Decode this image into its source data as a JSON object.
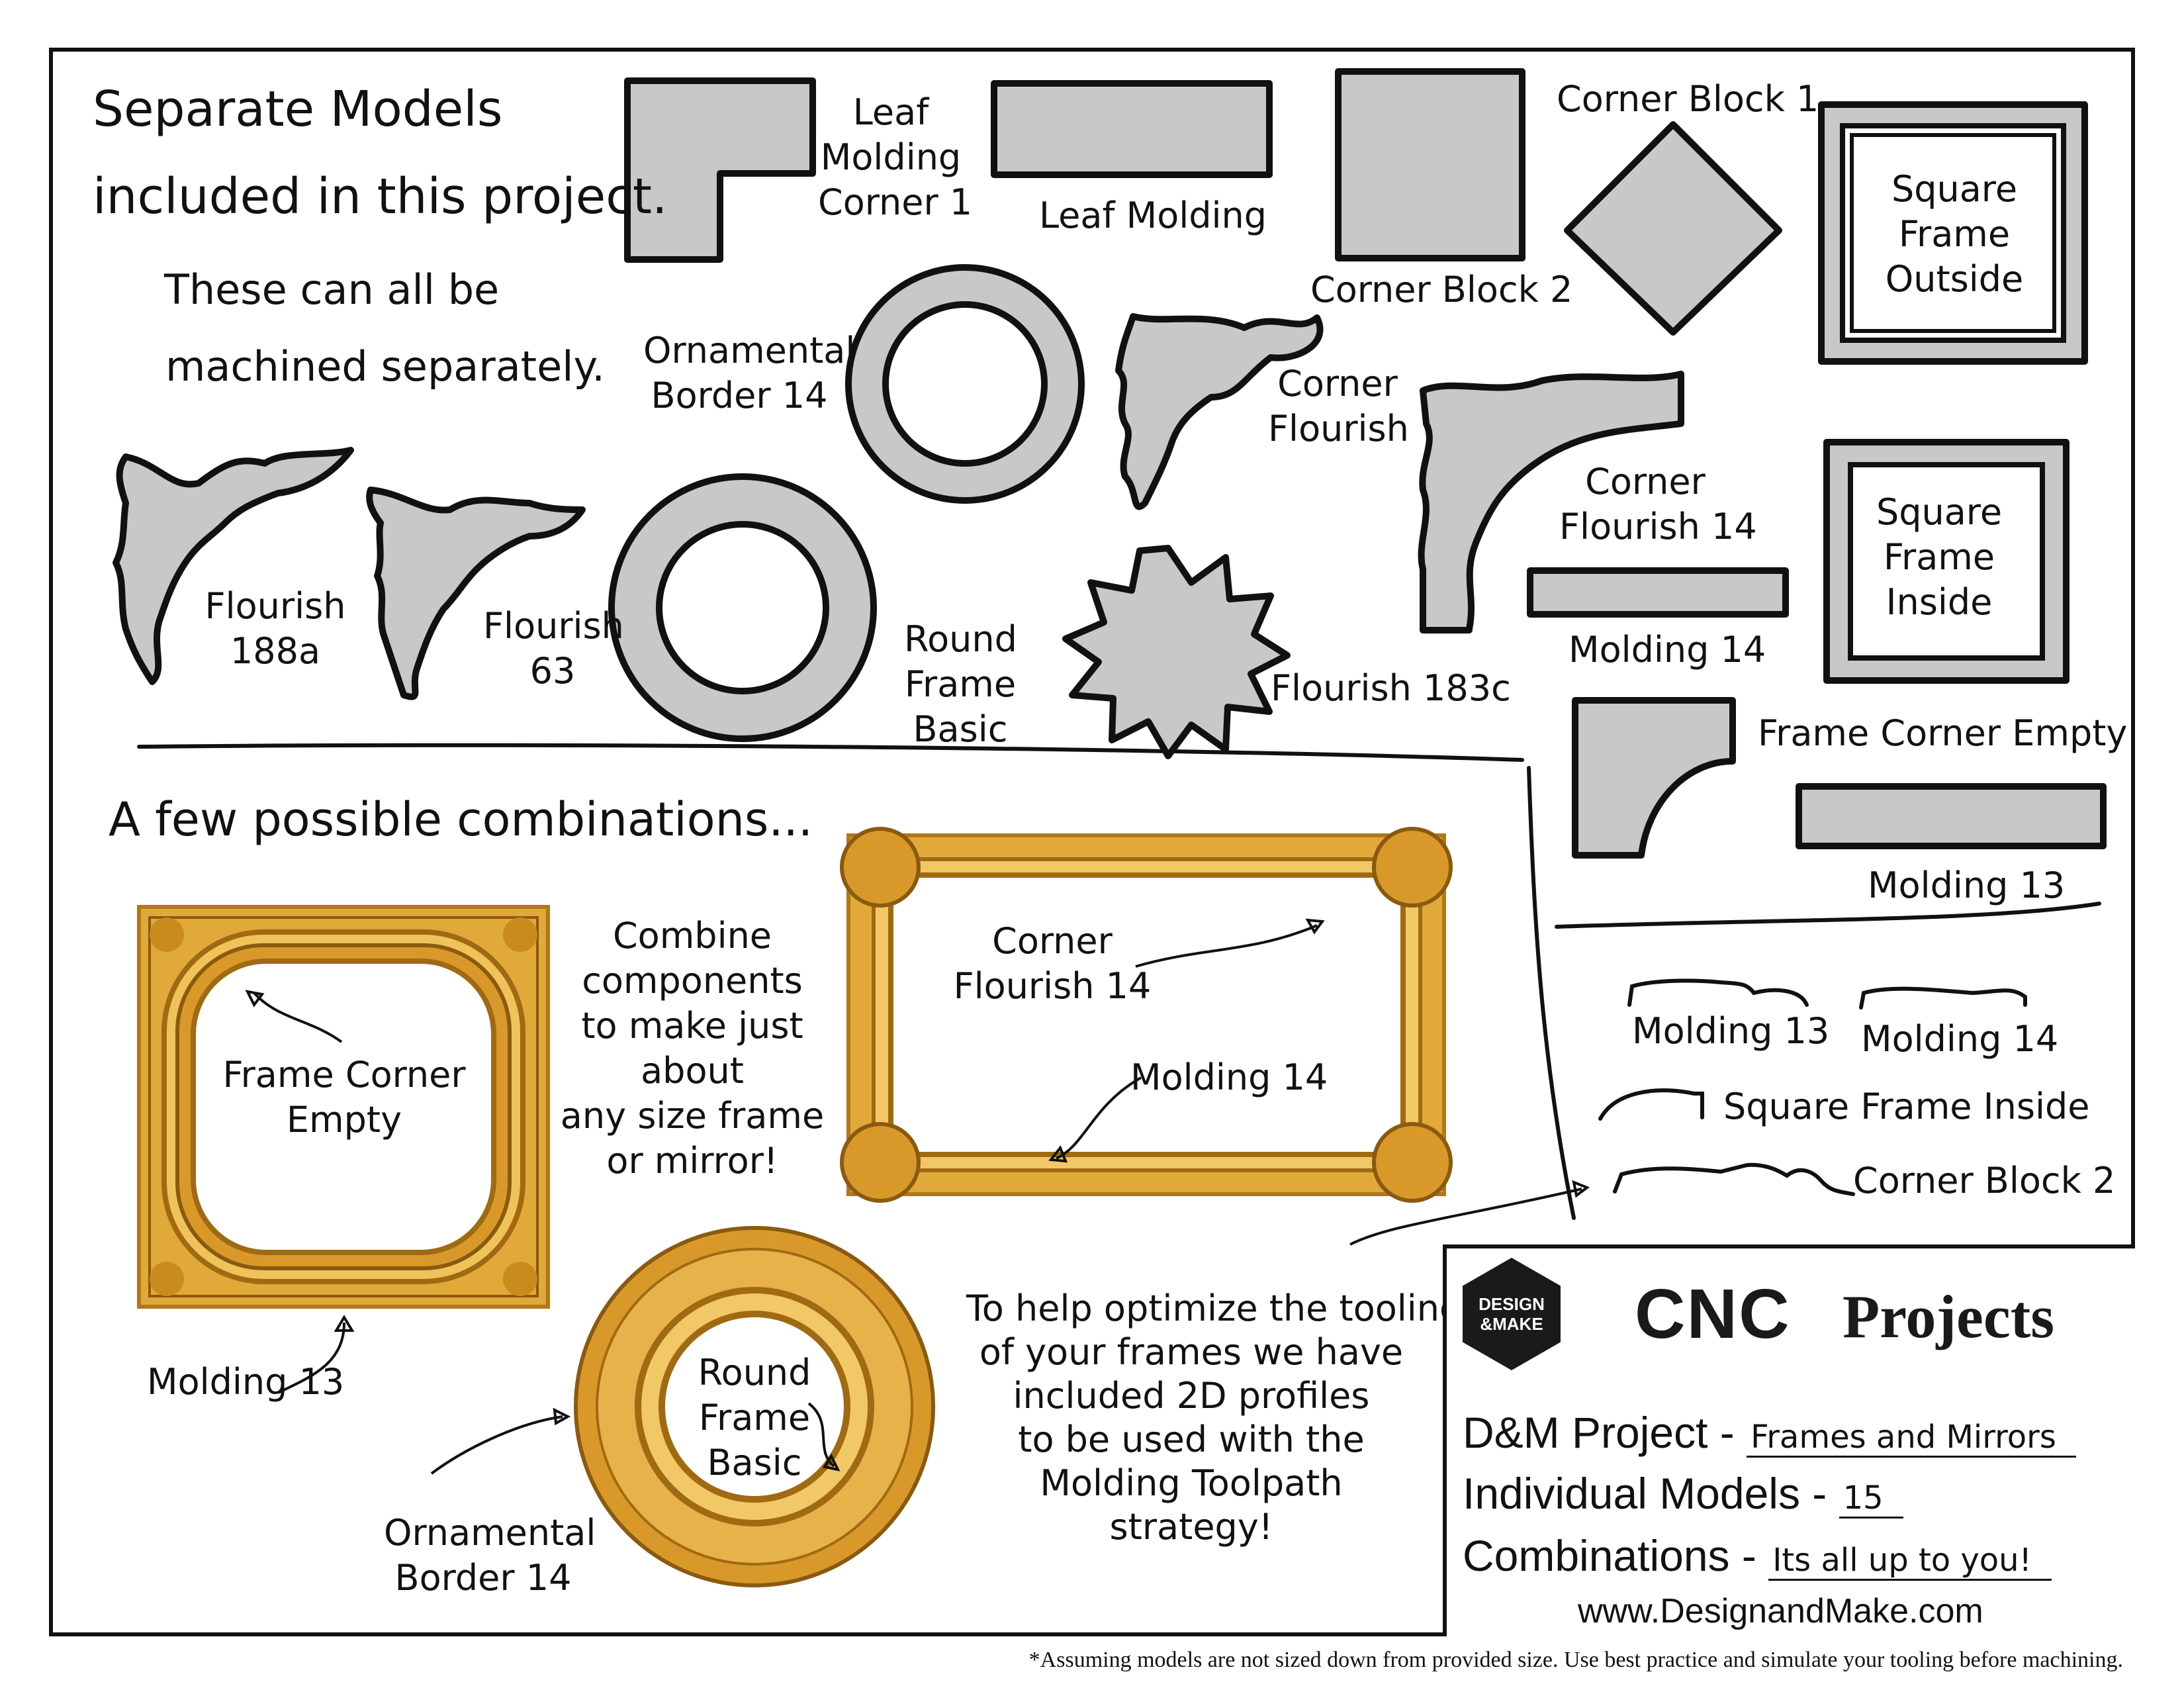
{
  "headings": {
    "separate_line1": "Separate Models",
    "separate_line2": "included in this project.",
    "machined_line1": "These can all be",
    "machined_line2": "machined separately.",
    "combinations": "A few possible combinations..."
  },
  "models": {
    "leaf_molding_corner": [
      "Leaf",
      "Molding",
      "Corner 1"
    ],
    "leaf_molding": "Leaf Molding",
    "corner_block_1": "Corner Block 1",
    "corner_block_2": "Corner Block 2",
    "square_frame_outside": [
      "Square",
      "Frame",
      "Outside"
    ],
    "ornamental_border": [
      "Ornamental",
      "Border 14"
    ],
    "corner_flourish": [
      "Corner",
      "Flourish"
    ],
    "corner_flourish_14": [
      "Corner",
      "Flourish 14"
    ],
    "square_frame_inside": [
      "Square",
      "Frame",
      "Inside"
    ],
    "flourish_188a": [
      "Flourish",
      "188a"
    ],
    "flourish_63": [
      "Flourish",
      "63"
    ],
    "round_frame_basic": [
      "Round",
      "Frame",
      "Basic"
    ],
    "flourish_183c": "Flourish 183c",
    "molding_14": "Molding 14",
    "frame_corner_empty": "Frame Corner Empty",
    "molding_13": "Molding 13"
  },
  "combos": {
    "frame_corner_empty": [
      "Frame Corner",
      "Empty"
    ],
    "molding_13": "Molding 13",
    "combine_text": [
      "Combine",
      "components",
      "to make just",
      "about",
      "any size frame",
      "or mirror!"
    ],
    "corner_flourish_14": [
      "Corner",
      "Flourish 14"
    ],
    "molding_14": "Molding 14",
    "round_frame_basic": [
      "Round",
      "Frame",
      "Basic"
    ],
    "ornamental_border": [
      "Ornamental",
      "Border 14"
    ],
    "tooling_text": [
      "To help optimize the tooling",
      "of your frames we have",
      "included 2D profiles",
      "to be used with the",
      "Molding Toolpath",
      "strategy!"
    ]
  },
  "profiles": {
    "molding_13": "Molding 13",
    "molding_14": "Molding 14",
    "square_frame_inside": "Square Frame Inside",
    "corner_block_2": "Corner Block 2"
  },
  "logo": {
    "badge_line1": "DESIGN",
    "badge_line2": "&MAKE",
    "cnc": "CNC",
    "projects": "Projects"
  },
  "info": {
    "project_label": "D&M Project - ",
    "project_value": "Frames and Mirrors",
    "models_label": "Individual Models - ",
    "models_value": "15",
    "combinations_label": "Combinations - ",
    "combinations_value": "Its all up to you!",
    "website": "www.DesignandMake.com"
  },
  "footnote": "*Assuming models are not sized down from provided size. Use best practice and simulate your tooling before machining.",
  "colors": {
    "shape_fill": "#c8c8c8",
    "gold": "#e0a93a",
    "gold_dark": "#b07818",
    "badge": "#1a1a1a"
  }
}
